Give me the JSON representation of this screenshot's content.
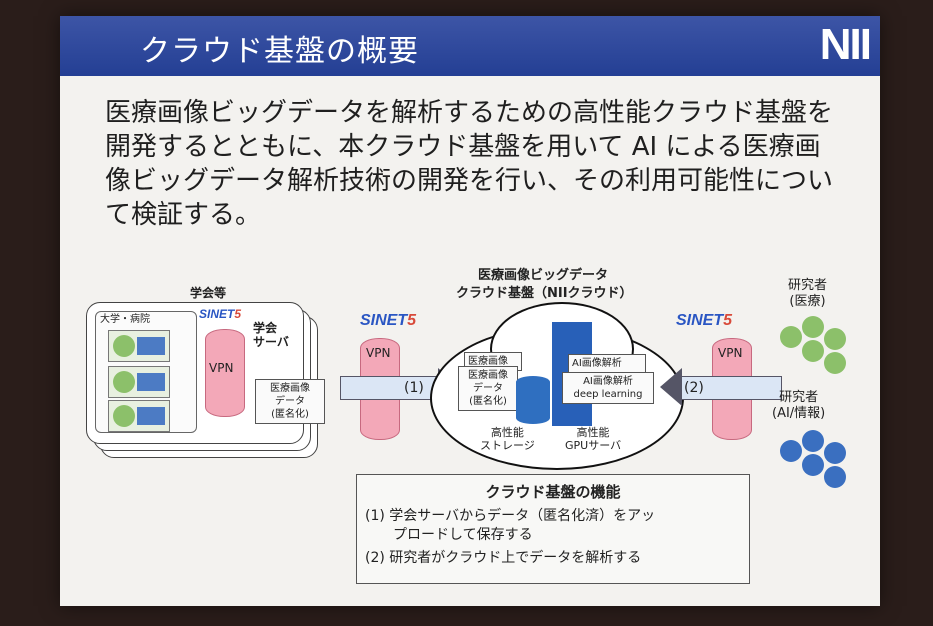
{
  "slide": {
    "title": "クラウド基盤の概要",
    "logo": "NII",
    "body": "医療画像ビッグデータを解析するための高性能クラウド基盤を開発するとともに、本クラウド基盤を用いて AI による医療画像ビッグデータ解析技術の開発を行い、その利用可能性について検証する。"
  },
  "diagram": {
    "gakkai_label": "学会等",
    "daigaku_label": "大学・病院",
    "gakkai_server_label": "学会\nサーバ",
    "vpn_label": "VPN",
    "sinet_label": "SINET",
    "sinet_num": "5",
    "local_data_doc": "医療画像\nデータ\n(匿名化)",
    "cloud_title_1": "医療画像ビッグデータ",
    "cloud_title_2": "クラウド基盤（NIIクラウド）",
    "arrow1": "(1)",
    "arrow2": "(2)",
    "cloud_doc_1": "医療画像",
    "cloud_doc_2": "医療画像\nデータ\n(匿名化)",
    "storage_label": "高性能\nストレージ",
    "ai_doc_1": "AI画像解析",
    "ai_doc_2": "AI画像解析\ndeep learning",
    "gpu_label": "高性能\nGPUサーバ",
    "researcher_med": "研究者\n(医療)",
    "researcher_ai": "研究者\n(AI/情報)"
  },
  "functions": {
    "heading": "クラウド基盤の機能",
    "item1": "(1) 学会サーバからデータ（匿名化済）をアッ\n　　プロードして保存する",
    "item2": "(2) 研究者がクラウド上でデータを解析する"
  },
  "colors": {
    "titlebar": "#2d47a0",
    "vpn": "#f3a8b8",
    "med": "#8cc06a",
    "ai": "#3a6fc0"
  }
}
